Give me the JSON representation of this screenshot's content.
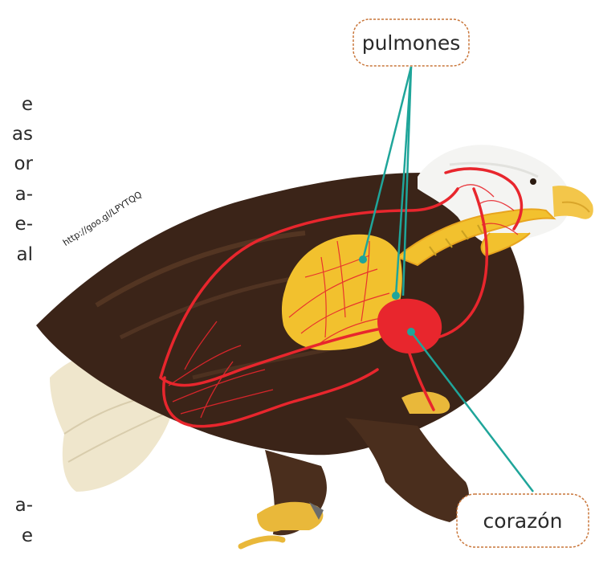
{
  "labels": {
    "lungs": "pulmones",
    "heart": "corazón"
  },
  "source_url": "http://goo.gl/LPYTQQ",
  "cut_text_fragments": [
    "e",
    "as",
    "or",
    "a-",
    "e-",
    "al",
    "a-",
    "e"
  ],
  "colors": {
    "vessels": "#e8262d",
    "lungs": "#f2c12e",
    "heart": "#e8262d",
    "leader_lines": "#1fa59a",
    "callout_border": "#c9763a",
    "feathers_dark": "#3b2418",
    "head_white": "#f4f4f2",
    "beak": "#f3c64a"
  }
}
